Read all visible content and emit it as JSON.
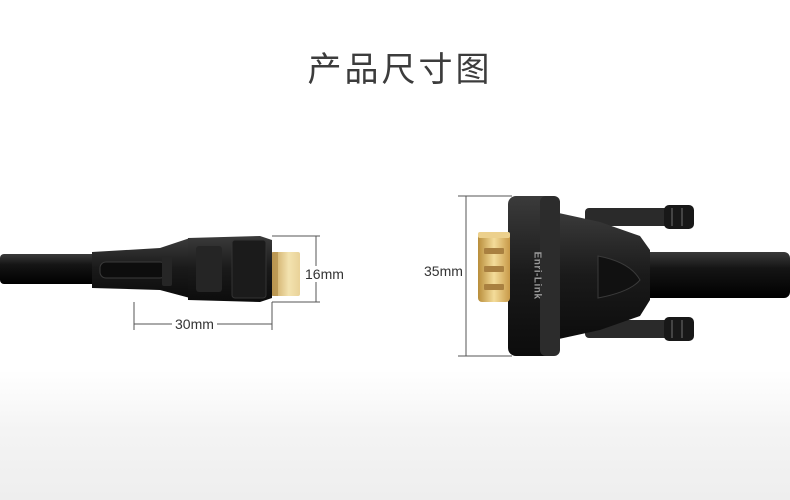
{
  "title": "产品尺寸图",
  "dimensions": {
    "hdmi_width": "16mm",
    "hdmi_length": "30mm",
    "vga_height": "35mm"
  },
  "brand": "Enri-Link",
  "colors": {
    "cable": "#111111",
    "plug_body": "#1e1e1e",
    "gold": "#d8b25a",
    "dim_line": "#555555"
  }
}
